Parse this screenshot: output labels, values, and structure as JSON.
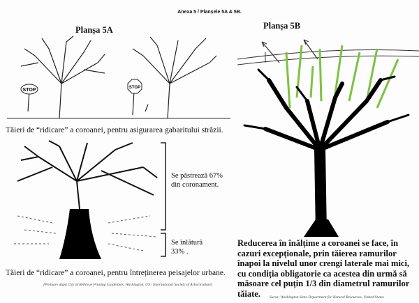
{
  "document_title": "Anexa 5 / Planșele 5A & 5B.",
  "plate_a": {
    "title": "Planșa 5A",
    "caption_top": "Tăieri de “ridicare” a coroanei, pentru asigurarea gabaritului străzii.",
    "stop_sign": "STOP",
    "kept_note": "Se păstrează 67% din coronament.",
    "removed_note": "Se înlătură 33% .",
    "caption_bottom": "Tăieri de “ridicare” a coroanei, pentru întreținerea peisajelor urbane.",
    "source": "[Preluare după City of Bellevue Pruning Guidelines, Washington, US / International Society of Arboriculture]"
  },
  "plate_b": {
    "title": "Planșa 5B",
    "description": "Reducerea în înălțime a coroanei se face, în cazuri excepționale, prin tăierea ramurilor înapoi la nivelul unor crengi laterale mai mici, cu condiția obligatorie ca acestea din urmă să măsoare cel puțin 1/3 din diametrul ramurilor tăiate.",
    "source": "Sursa: Washington State Department for Natural Resources, United States",
    "highlight_color": "#7dc242"
  }
}
